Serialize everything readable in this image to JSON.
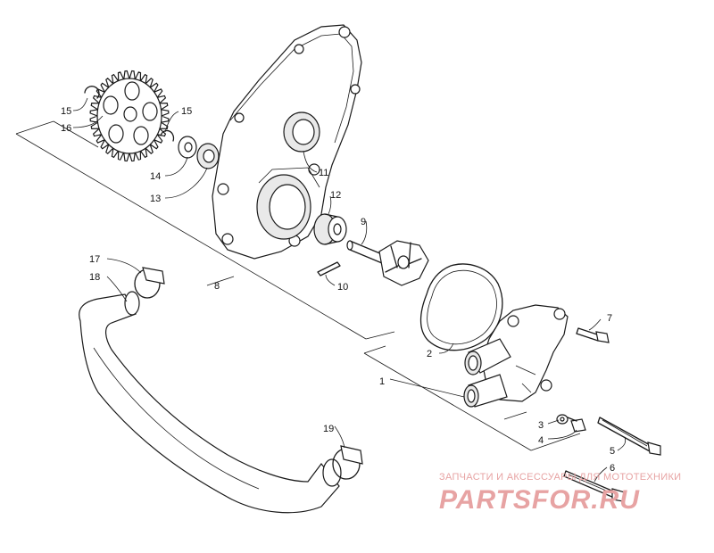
{
  "callouts": {
    "c1": "1",
    "c2": "2",
    "c3": "3",
    "c4": "4",
    "c5": "5",
    "c6": "6",
    "c7": "7",
    "c8": "8",
    "c9": "9",
    "c10": "10",
    "c11": "11",
    "c12": "12",
    "c13": "13",
    "c14": "14",
    "c15a": "15",
    "c15b": "15",
    "c16": "16",
    "c17": "17",
    "c18": "18",
    "c19": "19"
  },
  "watermark": {
    "tagline": "ЗАПЧАСТИ И АКСЕССУАРЫ ДЛЯ МОТОТЕХНИКИ",
    "brand": "PARTSFOR.RU",
    "color": "#e7a3a3"
  }
}
